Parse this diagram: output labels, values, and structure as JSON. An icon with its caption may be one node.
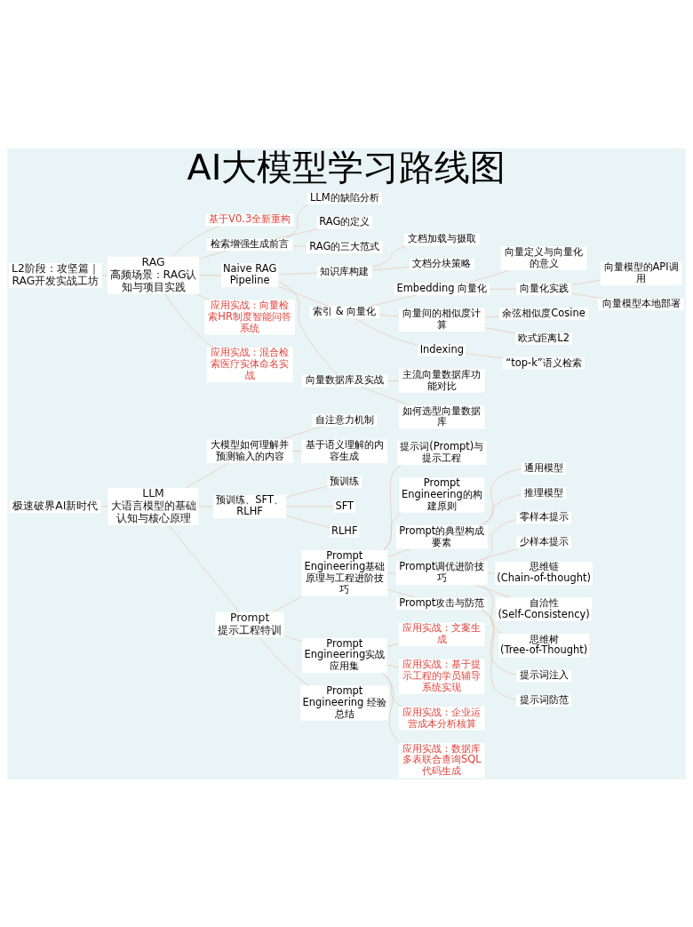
{
  "diagram": {
    "title": "AI大模型学习路线图",
    "nodes": [
      {
        "text": [
          "极速破界AI新时代"
        ]
      },
      {
        "text": [
          "LLM",
          "大语言模型的基础认知与核心原理"
        ]
      },
      {
        "text": [
          "大模型如何理解并预测输入的内容"
        ]
      },
      {
        "text": [
          "自注意力机制"
        ]
      },
      {
        "text": [
          "基于语义理解的内容生成"
        ]
      },
      {
        "text": [
          "预训练、SFT、RLHF"
        ]
      },
      {
        "text": [
          "预训练"
        ]
      },
      {
        "text": [
          "SFT"
        ]
      },
      {
        "text": [
          "RLHF"
        ]
      },
      {
        "text": [
          "Prompt",
          "提示工程特训"
        ]
      },
      {
        "text": [
          "Prompt Engineering基础原理与工程进阶技巧"
        ]
      },
      {
        "text": [
          "提示词(Prompt)与提示工程"
        ]
      },
      {
        "text": [
          "Prompt Engineering的构建原则"
        ]
      },
      {
        "text": [
          "Prompt的典型构成要素"
        ]
      },
      {
        "text": [
          "通用模型"
        ]
      },
      {
        "text": [
          "推理模型"
        ]
      },
      {
        "text": [
          "Prompt调优进阶技巧"
        ]
      },
      {
        "text": [
          "零样本提示"
        ]
      },
      {
        "text": [
          "少样本提示"
        ]
      },
      {
        "text": [
          "思维链(Chain-of-thought)"
        ]
      },
      {
        "text": [
          "自洽性(Self-Consistency)"
        ]
      },
      {
        "text": [
          "思维树(Tree-of-Thought)"
        ]
      },
      {
        "text": [
          "Prompt攻击与防范"
        ]
      },
      {
        "text": [
          "提示词注入"
        ]
      },
      {
        "text": [
          "提示词防范"
        ]
      },
      {
        "text": [
          "Prompt Engineering实战应用集"
        ]
      },
      {
        "text": [
          "应用实战：文案生成"
        ]
      },
      {
        "text": [
          "应用实战：基于提示工程的学员辅导系统实现"
        ]
      },
      {
        "text": [
          "应用实战：企业运营成本分析核算"
        ]
      },
      {
        "text": [
          "应用实战：数据库多表联合查询SQL代码生成"
        ]
      },
      {
        "text": [
          "Prompt Engineering 经验总结"
        ]
      },
      {
        "text": [
          "L2阶段：攻坚篇｜RAG开发实战工坊"
        ]
      },
      {
        "text": [
          "RAG",
          "高频场景：RAG认知与项目实践"
        ]
      },
      {
        "text": [
          "基于V0.3全新重构"
        ]
      },
      {
        "text": [
          "检索增强生成前言"
        ]
      },
      {
        "text": [
          "LLM的缺陷分析"
        ]
      },
      {
        "text": [
          "RAG的定义"
        ]
      },
      {
        "text": [
          "RAG的三大范式"
        ]
      },
      {
        "text": [
          "Naive RAG Pipeline"
        ]
      },
      {
        "text": [
          "知识库构建"
        ]
      },
      {
        "text": [
          "文档加载与摄取"
        ]
      },
      {
        "text": [
          "文档分块策略"
        ]
      },
      {
        "text": [
          "索引 & 向量化"
        ]
      },
      {
        "text": [
          "Embedding 向量化"
        ]
      },
      {
        "text": [
          "向量定义与向量化的意义"
        ]
      },
      {
        "text": [
          "向量化实践"
        ]
      },
      {
        "text": [
          "向量模型的API调用"
        ]
      },
      {
        "text": [
          "向量模型本地部署"
        ]
      },
      {
        "text": [
          "向量间的相似度计算"
        ]
      },
      {
        "text": [
          "余弦相似度Cosine"
        ]
      },
      {
        "text": [
          "欧式距离L2"
        ]
      },
      {
        "text": [
          "Indexing"
        ]
      },
      {
        "text": [
          "“top-k”语义检索"
        ]
      },
      {
        "text": [
          "向量数据库及实战"
        ]
      },
      {
        "text": [
          "主流向量数据库功能对比"
        ]
      },
      {
        "text": [
          "如何选型向量数据库"
        ]
      },
      {
        "text": [
          "应用实战：向量检索HR制度智能问答系统"
        ]
      },
      {
        "text": [
          "应用实战：混合检索医疗实体命名实战"
        ]
      }
    ],
    "edges": [
      {
        "from": 0,
        "to": 1,
        "arrow": "none"
      },
      {
        "from": 1,
        "to": 2,
        "arrow": "none"
      },
      {
        "from": 2,
        "to": 3,
        "arrow": "none"
      },
      {
        "from": 2,
        "to": 4,
        "arrow": "none"
      },
      {
        "from": 1,
        "to": 5,
        "arrow": "none"
      },
      {
        "from": 5,
        "to": 6,
        "arrow": "none"
      },
      {
        "from": 5,
        "to": 7,
        "arrow": "none"
      },
      {
        "from": 5,
        "to": 8,
        "arrow": "none"
      },
      {
        "from": 1,
        "to": 9,
        "arrow": "none"
      },
      {
        "from": 9,
        "to": 10,
        "arrow": "none"
      },
      {
        "from": 10,
        "to": 11,
        "arrow": "none"
      },
      {
        "from": 10,
        "to": 12,
        "arrow": "none"
      },
      {
        "from": 10,
        "to": 13,
        "arrow": "none"
      },
      {
        "from": 13,
        "to": 14,
        "arrow": "none"
      },
      {
        "from": 13,
        "to": 15,
        "arrow": "none"
      },
      {
        "from": 10,
        "to": 16,
        "arrow": "none"
      },
      {
        "from": 16,
        "to": 17,
        "arrow": "none"
      },
      {
        "from": 16,
        "to": 18,
        "arrow": "none"
      },
      {
        "from": 16,
        "to": 19,
        "arrow": "none"
      },
      {
        "from": 16,
        "to": 20,
        "arrow": "none"
      },
      {
        "from": 16,
        "to": 21,
        "arrow": "none"
      },
      {
        "from": 10,
        "to": 22,
        "arrow": "none"
      },
      {
        "from": 22,
        "to": 23,
        "arrow": "none"
      },
      {
        "from": 22,
        "to": 24,
        "arrow": "none"
      },
      {
        "from": 9,
        "to": 25,
        "arrow": "none"
      },
      {
        "from": 25,
        "to": 26,
        "arrow": "none"
      },
      {
        "from": 25,
        "to": 27,
        "arrow": "none"
      },
      {
        "from": 25,
        "to": 28,
        "arrow": "none"
      },
      {
        "from": 25,
        "to": 29,
        "arrow": "none"
      },
      {
        "from": 9,
        "to": 30,
        "arrow": "none"
      },
      {
        "from": 31,
        "to": 32,
        "arrow": "none"
      },
      {
        "from": 32,
        "to": 33,
        "arrow": "none"
      },
      {
        "from": 32,
        "to": 34,
        "arrow": "none"
      },
      {
        "from": 34,
        "to": 35,
        "arrow": "none"
      },
      {
        "from": 34,
        "to": 36,
        "arrow": "none"
      },
      {
        "from": 34,
        "to": 37,
        "arrow": "none"
      },
      {
        "from": 32,
        "to": 38,
        "arrow": "none"
      },
      {
        "from": 38,
        "to": 39,
        "arrow": "none"
      },
      {
        "from": 39,
        "to": 40,
        "arrow": "none"
      },
      {
        "from": 39,
        "to": 41,
        "arrow": "none"
      },
      {
        "from": 38,
        "to": 42,
        "arrow": "none"
      },
      {
        "from": 42,
        "to": 43,
        "arrow": "none"
      },
      {
        "from": 43,
        "to": 44,
        "arrow": "none"
      },
      {
        "from": 43,
        "to": 45,
        "arrow": "none"
      },
      {
        "from": 45,
        "to": 46,
        "arrow": "none"
      },
      {
        "from": 45,
        "to": 47,
        "arrow": "none"
      },
      {
        "from": 42,
        "to": 48,
        "arrow": "none"
      },
      {
        "from": 48,
        "to": 49,
        "arrow": "none"
      },
      {
        "from": 48,
        "to": 50,
        "arrow": "none"
      },
      {
        "from": 42,
        "to": 51,
        "arrow": "none"
      },
      {
        "from": 51,
        "to": 52,
        "arrow": "none"
      },
      {
        "from": 38,
        "to": 53,
        "arrow": "none"
      },
      {
        "from": 53,
        "to": 54,
        "arrow": "none"
      },
      {
        "from": 53,
        "to": 55,
        "arrow": "none"
      },
      {
        "from": 32,
        "to": 56,
        "arrow": "none"
      },
      {
        "from": 32,
        "to": 57,
        "arrow": "none"
      }
    ]
  }
}
